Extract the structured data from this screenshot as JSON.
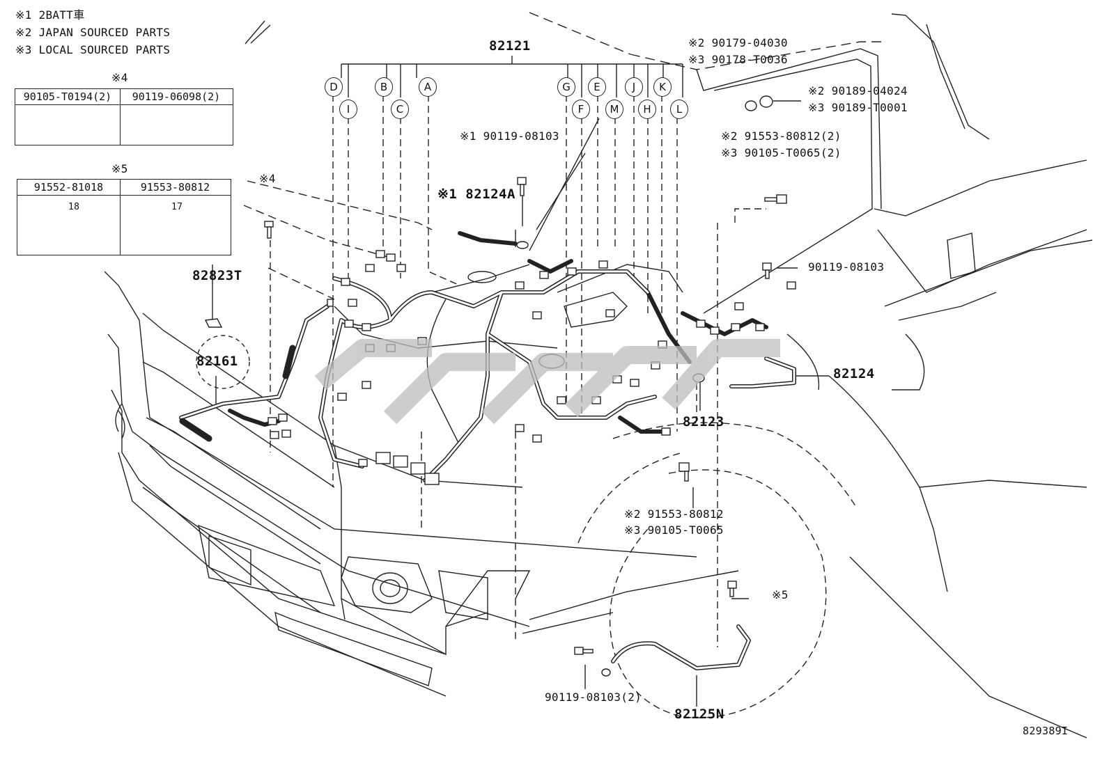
{
  "notes": {
    "n1": "※1 2BATT車",
    "n2": "※2 JAPAN SOURCED PARTS",
    "n3": "※3 LOCAL SOURCED PARTS"
  },
  "table4": {
    "mark": "※4",
    "col1": "90105-T0194(2)",
    "col2": "90119-06098(2)"
  },
  "table5": {
    "mark": "※5",
    "col1": "91552-81018",
    "col2": "91553-80812",
    "dim1": "18",
    "dim2": "17"
  },
  "harness_main": "82121",
  "connectors": {
    "D": "D",
    "I": "I",
    "B": "B",
    "C": "C",
    "A": "A",
    "G": "G",
    "F": "F",
    "E": "E",
    "M": "M",
    "J": "J",
    "H": "H",
    "K": "K",
    "L": "L"
  },
  "labels": {
    "bolt_top_left": "※4",
    "part_82823T": "82823T",
    "part_82161": "82161",
    "bolt_1": "※1 90119-08103",
    "part_82124A": "※1 82124A",
    "nut_1": "※2 90179-04030",
    "nut_2": "※3 90178-T0036",
    "nut_3": "※2 90189-04024",
    "nut_4": "※3 90189-T0001",
    "bolt_2": "※2 91553-80812(2)",
    "bolt_3": "※3 90105-T0065(2)",
    "bolt_4": "90119-08103",
    "part_82124": "82124",
    "part_82123": "82123",
    "bolt_5": "※2 91553-80812",
    "bolt_6": "※3 90105-T0065",
    "bolt_7": "※5",
    "bolt_8": "90119-08103(2)",
    "part_82125N": "82125N",
    "drawing_no": "829389I"
  },
  "colors": {
    "line": "#222222",
    "watermark": "#bdbdbd"
  }
}
